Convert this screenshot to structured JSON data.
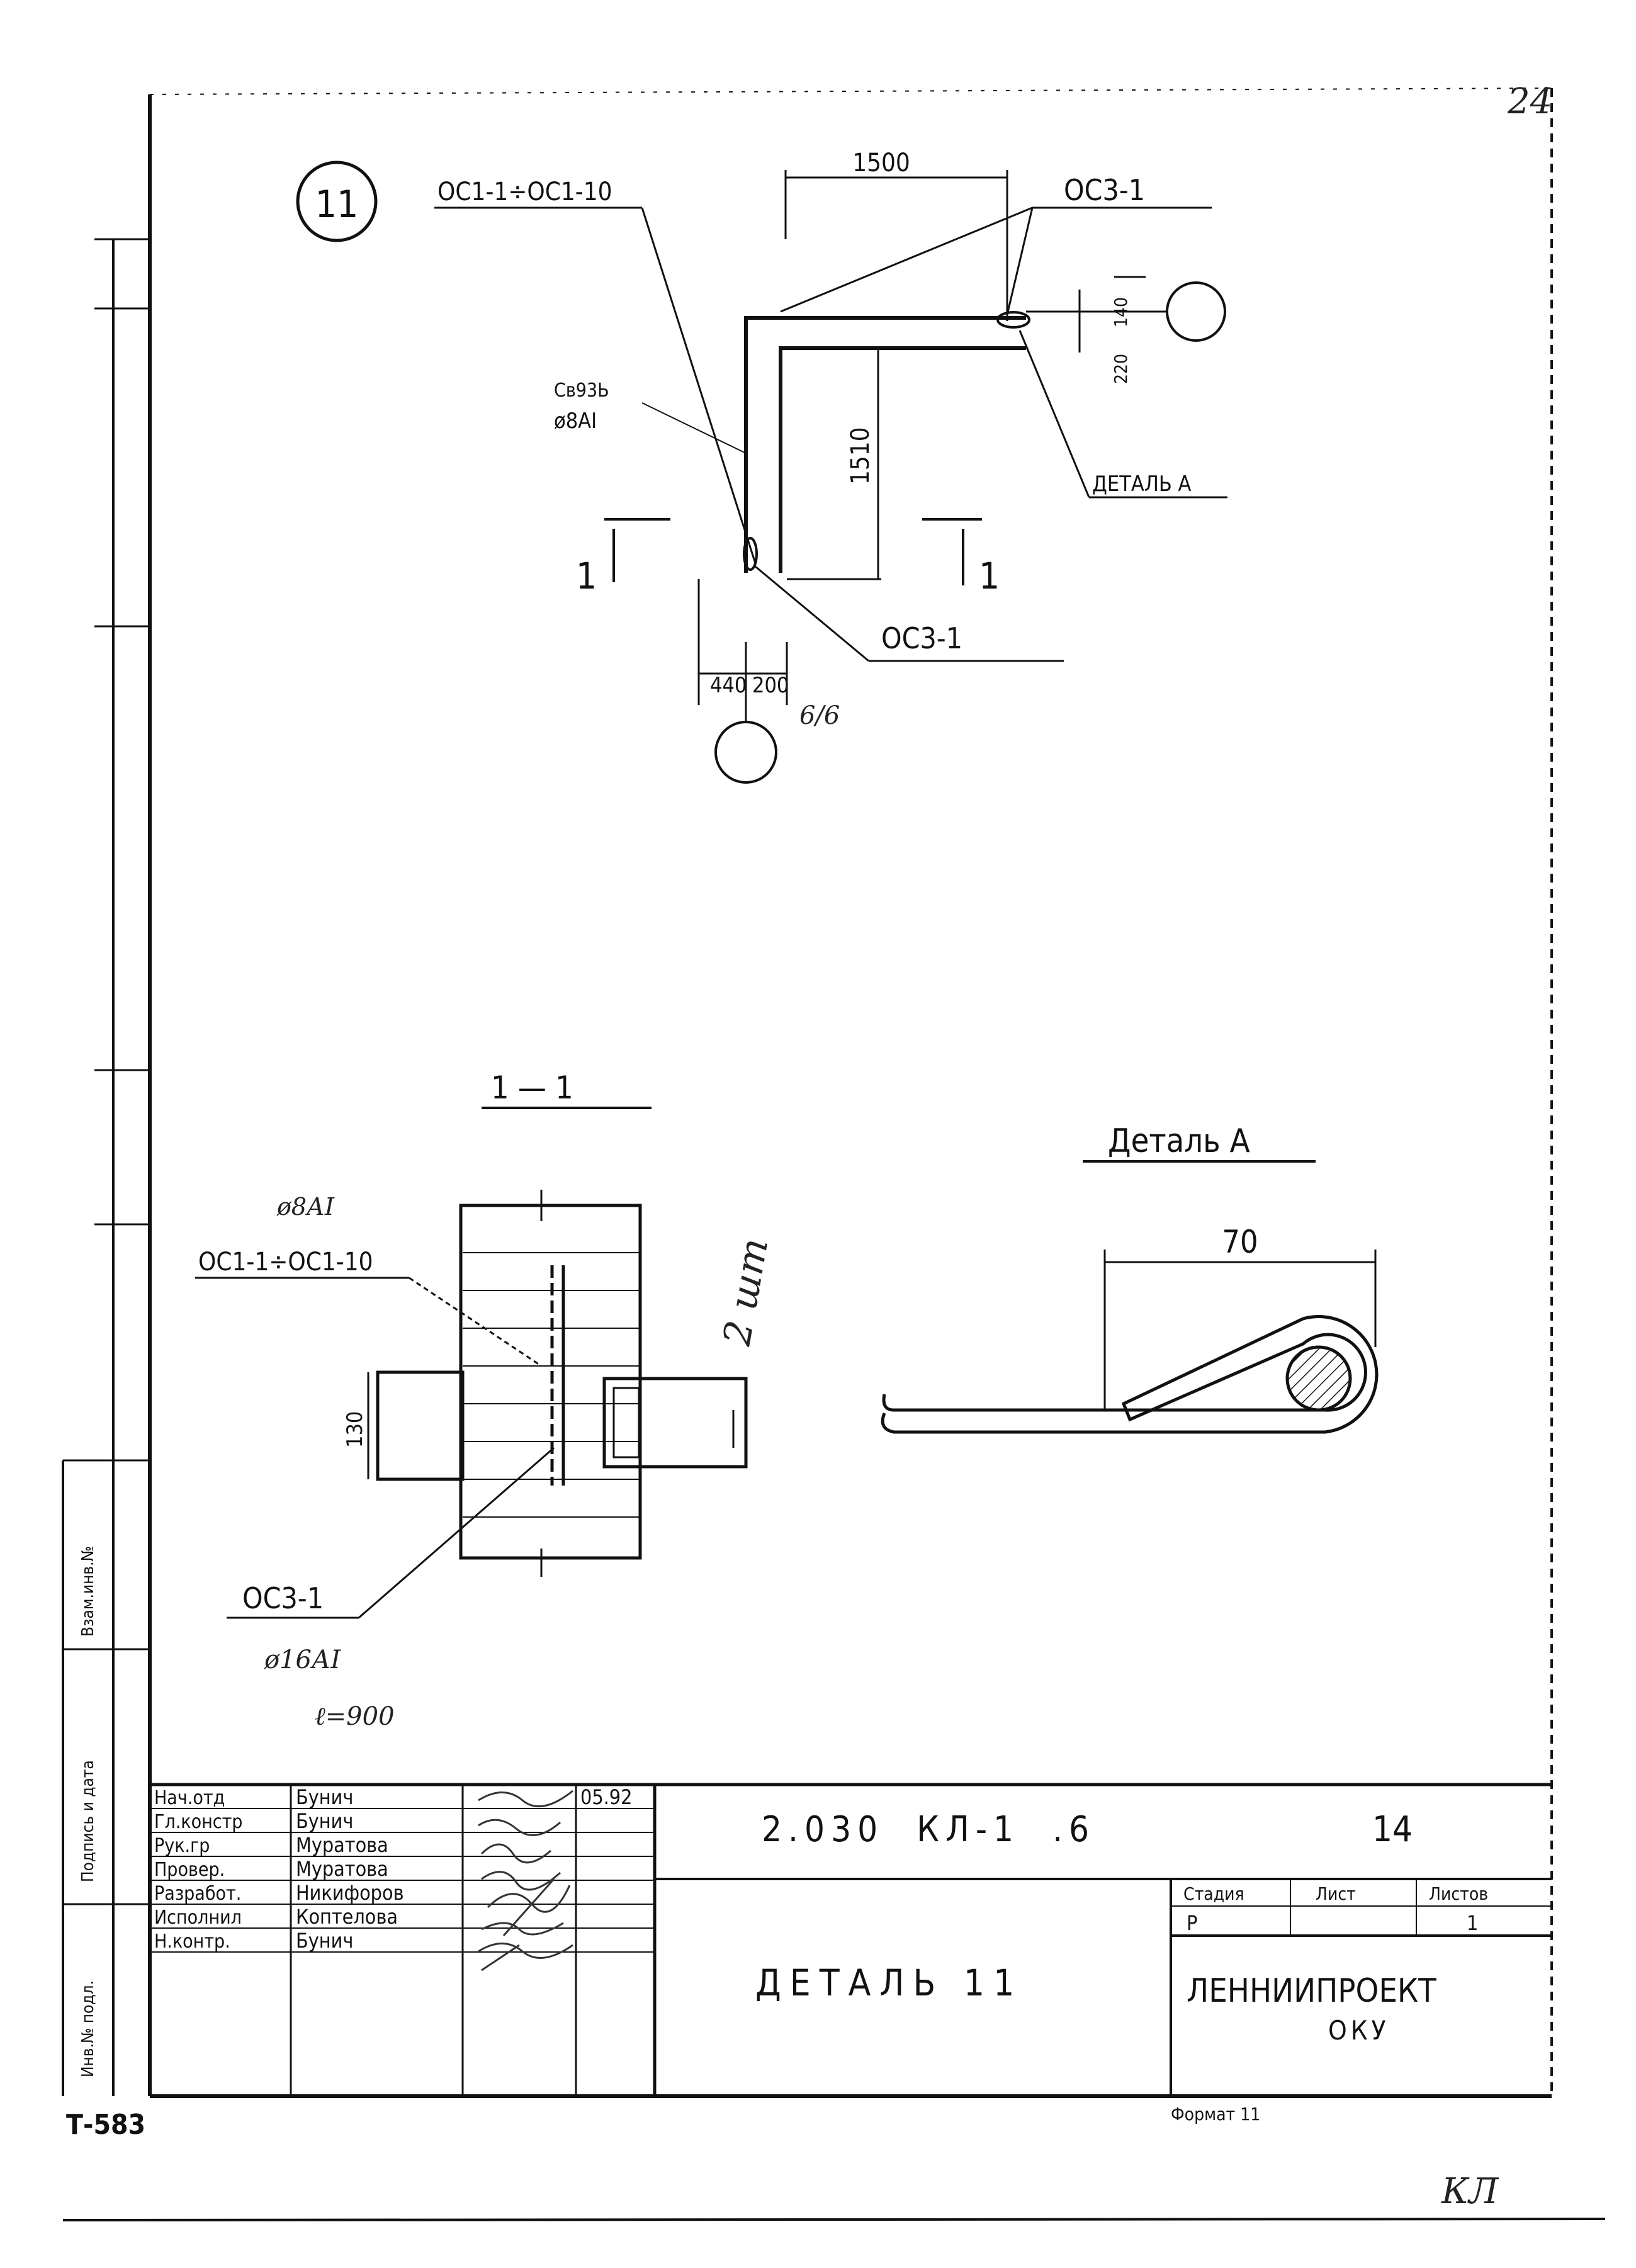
{
  "sheet": {
    "page_number": "24",
    "corner_code": "КЛ",
    "archive_stamp": "Т-583",
    "format_label": "Формат 11"
  },
  "detail_marker": "11",
  "plan": {
    "label_oc1": "ОС1-1÷ОС1-10",
    "label_oc3_top": "ОС3-1",
    "label_oc3_bottom": "ОС3-1",
    "label_sv": "Св93Ь",
    "label_rebar": "ø8АI",
    "label_detail_a": "ДЕТАЛЬ А",
    "dim_1500": "1500",
    "dim_1510": "1510",
    "dim_440": "440",
    "dim_200": "200",
    "dim_small_a": "140",
    "dim_small_b": "220",
    "section_left": "1",
    "section_right": "1",
    "circle_note": "6/6"
  },
  "section": {
    "title": "1 — 1",
    "rebar_note": "ø8АI",
    "label_oc1": "ОС1-1÷ОС1-10",
    "label_oc3": "ОС3-1",
    "dim_130": "130",
    "hand_note_1": "ø16АI",
    "hand_note_2": "ℓ=900",
    "vertical_hand_note": "2 шт"
  },
  "detail_a": {
    "title": "Деталь А",
    "dim_70": "70"
  },
  "side_stamp": {
    "cells": [
      "Взам.инв.№",
      "Подпись и дата",
      "Инв.№ подл."
    ]
  },
  "title_block": {
    "roles": [
      "Нач.отд",
      "Гл.констр",
      "Рук.гр",
      "Провер.",
      "Разработ.",
      "Исполнил",
      "Н.контр."
    ],
    "names": [
      "Бунич",
      "Бунич",
      "Муратова",
      "Муратова",
      "Никифоров",
      "Коптелова",
      "Бунич"
    ],
    "date": "05.92",
    "code": "2.030  КЛ-1  .6",
    "sheet_ref": "14",
    "title": "ДЕТАЛЬ 11",
    "stage_header": "Стадия",
    "sheet_header": "Лист",
    "sheets_header": "Листов",
    "stage": "Р",
    "sheet": "",
    "sheets": "1",
    "org": "ЛЕННИИПРОЕКТ",
    "dept": "ОКУ"
  }
}
